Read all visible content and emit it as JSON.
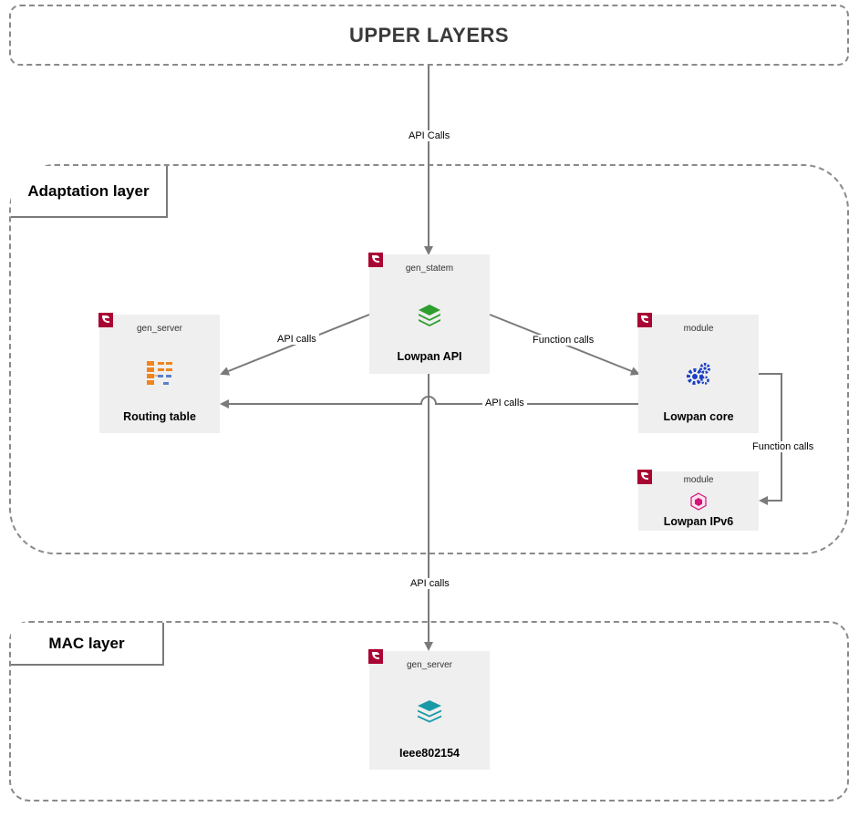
{
  "layers": {
    "upper": {
      "title": "UPPER LAYERS"
    },
    "adaptation": {
      "title": "Adaptation layer"
    },
    "mac": {
      "title": "MAC layer"
    }
  },
  "nodes": {
    "lowpan_api": {
      "kind": "gen_statem",
      "label": "Lowpan API",
      "icon": "green-layers-icon"
    },
    "routing_table": {
      "kind": "gen_server",
      "label": "Routing table",
      "icon": "orange-table-icon"
    },
    "lowpan_core": {
      "kind": "module",
      "label": "Lowpan core",
      "icon": "blue-gears-icon"
    },
    "lowpan_ipv6": {
      "kind": "module",
      "label": "Lowpan IPv6",
      "icon": "pink-cube-icon"
    },
    "ieee802154": {
      "kind": "gen_server",
      "label": "Ieee802154",
      "icon": "teal-layers-icon"
    }
  },
  "edges": {
    "upper_to_api": "API Calls",
    "api_to_routing": "API calls",
    "api_to_core": "Function calls",
    "core_to_routing": "API calls",
    "core_to_ipv6": "Function calls",
    "api_to_mac": "API calls"
  },
  "logo_text": "ERLANG",
  "colors": {
    "border": "#8a8a8a",
    "box": "#efefef",
    "erlang": "#a90533",
    "green": "#2e9e2e",
    "orange": "#f0851e",
    "blue": "#1a3fc4",
    "pink": "#d6157a",
    "teal": "#1a9aa8"
  }
}
